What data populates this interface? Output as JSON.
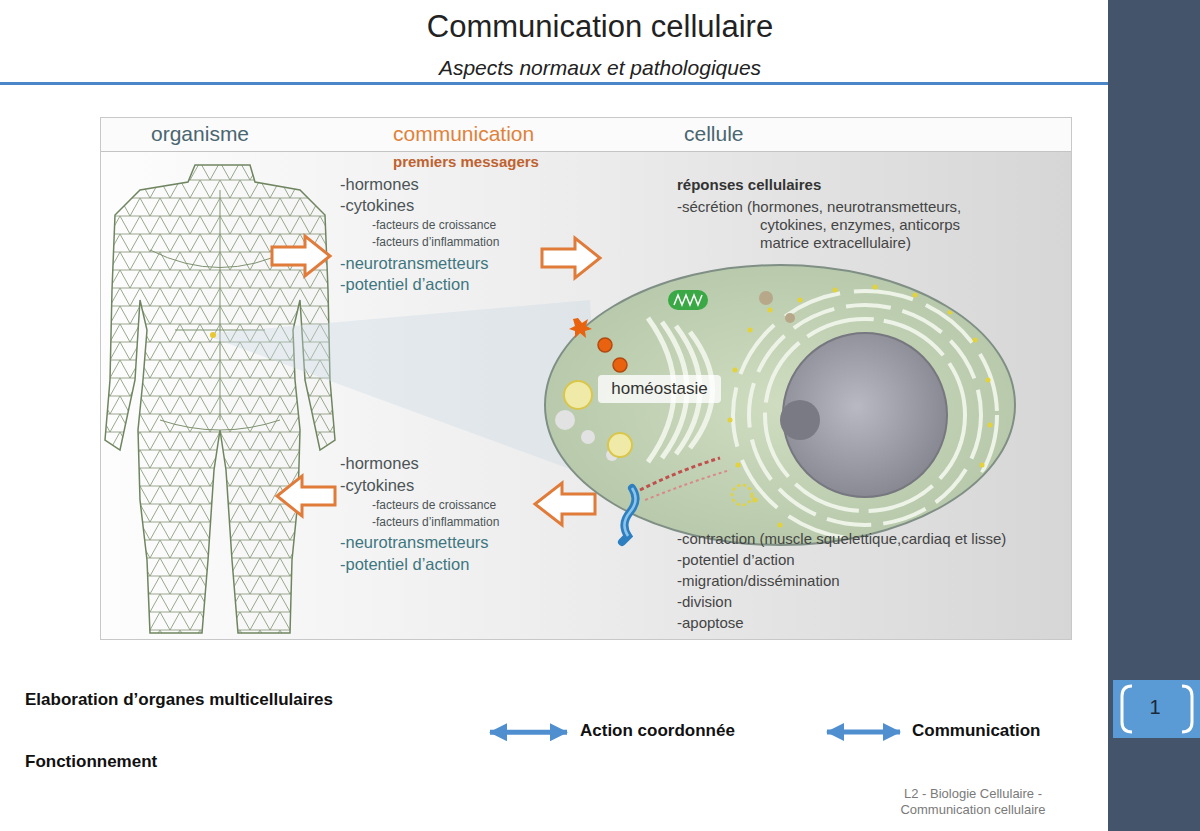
{
  "diagram": {
    "title": "Communication cellulaire",
    "nodes": [
      {
        "text": [
          "organisme",
          "communication",
          "cellule"
        ]
      },
      {
        "text": [
          "homéostasie"
        ],
        "in": 0
      },
      {
        "text": [
          "Elaboration d’organes multicellulaires",
          "Fonctionnement"
        ]
      },
      {
        "text": [
          "Action coordonnée"
        ]
      },
      {
        "text": [
          "Communication"
        ]
      }
    ],
    "edges": [
      {
        "from": 2,
        "to": 3,
        "arrow": "both"
      },
      {
        "from": 3,
        "to": 4,
        "arrow": "both"
      }
    ],
    "labels": [
      "Aspects normaux et pathologiques",
      "premiers messagers",
      "-hormones",
      "-cytokines",
      "-facteurs de croissance",
      "-facteurs d’inflammation",
      "-neurotransmetteurs",
      "-potentiel d’action",
      "réponses cellulaires",
      "-sécrétion (hormones, neurotransmetteurs, cytokines, enzymes, anticorps matrice extracellulaire)",
      "-hormones",
      "-cytokines",
      "-facteurs de croissance",
      "-facteurs d’inflammation",
      "-neurotransmetteurs",
      "-potentiel d’action",
      "-contraction (muscle squelettique,cardiaq et lisse)",
      "-potentiel d’action",
      "-migration/dissémination",
      "-division",
      "-apoptose",
      "1",
      "L2 - Biologie Cellulaire - Communication cellulaire"
    ]
  }
}
